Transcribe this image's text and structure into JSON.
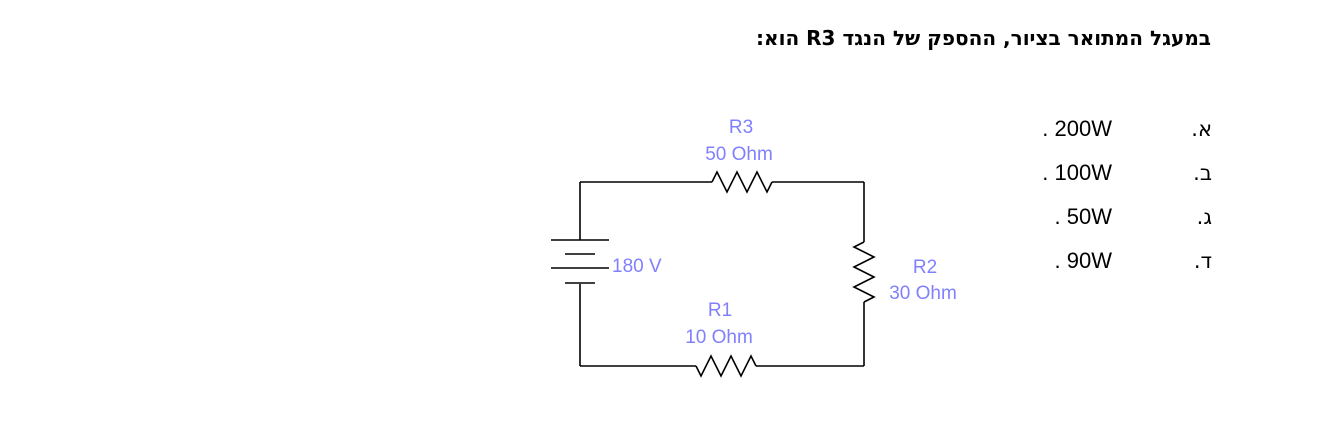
{
  "question": {
    "text": "במעגל המתואר בציור, ההספק של הנגד  R3 הוא:"
  },
  "options": [
    {
      "letter": "א.",
      "value": "200W ."
    },
    {
      "letter": "ב.",
      "value": "100W ."
    },
    {
      "letter": "ג.",
      "value": "50W ."
    },
    {
      "letter": "ד.",
      "value": "90W ."
    }
  ],
  "circuit": {
    "wire_color": "#000000",
    "label_color": "#8080ff",
    "r3": {
      "name": "R3",
      "value": "50 Ohm"
    },
    "r2": {
      "name": "R2",
      "value": "30 Ohm"
    },
    "r1": {
      "name": "R1",
      "value": "10 Ohm"
    },
    "battery": {
      "value": "180 V"
    }
  }
}
